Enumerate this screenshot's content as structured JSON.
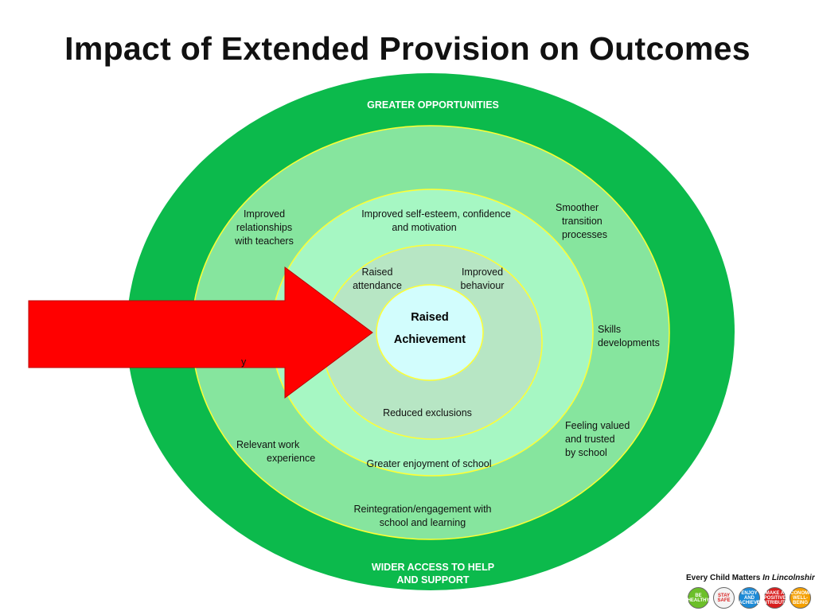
{
  "title": "Impact of Extended Provision on Outcomes",
  "colors": {
    "outer_ring": "#0cba4c",
    "ring2": "#86e59e",
    "ring3": "#a6f7c3",
    "ring4": "#b7e6c4",
    "center": "#d2fdfd",
    "ring_border": "#ffff33",
    "arrow": "#ff0000"
  },
  "outer_ring": {
    "top_label": "GREATER OPPORTUNITIES",
    "bottom_label_line1": "WIDER ACCESS TO HELP",
    "bottom_label_line2": "AND SUPPORT"
  },
  "ring2_labels": {
    "relationships": [
      "Improved",
      "relationships",
      "with teachers"
    ],
    "transition": [
      "Smoother",
      "transition",
      "processes"
    ],
    "skills": [
      "Skills",
      "developments"
    ],
    "valued": [
      "Feeling valued",
      "and trusted",
      "by school"
    ],
    "work": [
      "Relevant work",
      "experience"
    ],
    "reintegration": [
      "Reintegration/engagement with",
      "school and learning"
    ],
    "hidden_fragment": "y"
  },
  "ring3_labels": {
    "self_esteem": [
      "Improved self-esteem, confidence",
      "and motivation"
    ],
    "enjoyment": "Greater enjoyment of school"
  },
  "ring4_labels": {
    "attendance": [
      "Raised",
      "attendance"
    ],
    "behaviour": [
      "Improved",
      "behaviour"
    ],
    "exclusions": "Reduced exclusions"
  },
  "center": {
    "line1": "Raised",
    "line2": "Achievement"
  },
  "branding": {
    "text": "Every Child Matters",
    "text_italic": "In Lincolnshire",
    "badges": [
      {
        "label": "BE HEALTHY",
        "color": "#6cbf2a"
      },
      {
        "label": "STAY SAFE",
        "color": "#f4f4f4"
      },
      {
        "label": "ENJOY AND ACHIEVE",
        "color": "#1c8ad6"
      },
      {
        "label": "MAKE A POSITIVE CONTRIBUTION",
        "color": "#d81e1e"
      },
      {
        "label": "ECONOMIC WELL-BEING",
        "color": "#f5a000"
      }
    ]
  }
}
